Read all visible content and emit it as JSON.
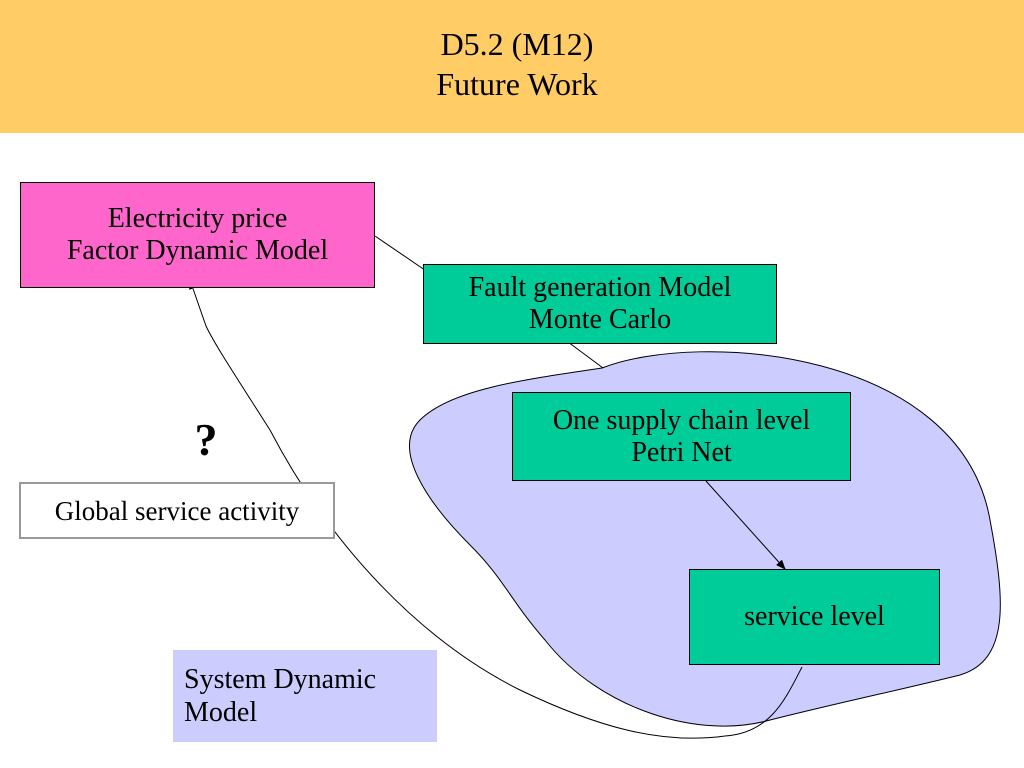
{
  "slide": {
    "title_line1": "D5.2 (M12)",
    "title_line2": "Future Work"
  },
  "colors": {
    "header_band": "#ffcc66",
    "electricity_box": "#ff66cc",
    "model_box": "#00cc99",
    "blob": "#ccccff",
    "global_box_border": "#999999"
  },
  "diagram": {
    "electricity_box": {
      "line1": "Electricity price",
      "line2": "Factor Dynamic Model"
    },
    "fault_box": {
      "line1": "Fault generation Model",
      "line2": "Monte Carlo"
    },
    "supply_box": {
      "line1": "One supply chain level",
      "line2": "Petri Net"
    },
    "service_box": {
      "label": "service level"
    },
    "global_box": {
      "label": "Global service activity"
    },
    "system_dynamic_box": {
      "line1": "System Dynamic",
      "line2": "Model"
    },
    "question_mark": "?"
  }
}
